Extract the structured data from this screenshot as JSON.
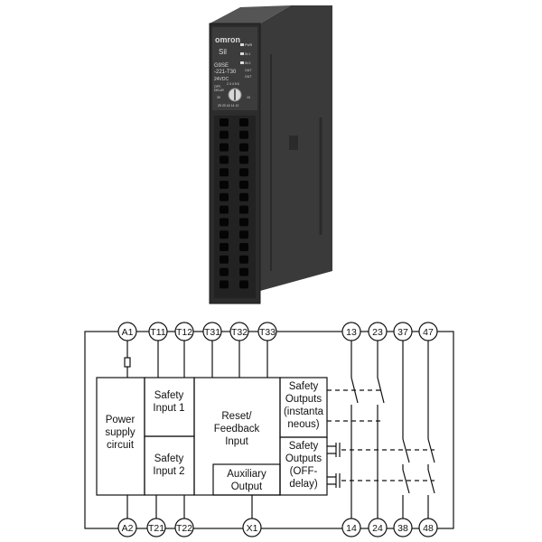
{
  "device": {
    "brand": "omron",
    "series": "Sil",
    "model_line1": "G9SE",
    "model_line2": "-221-T30",
    "voltage": "24VDC",
    "indicators": [
      "PWR",
      "IN 1",
      "IN 2",
      "OUT",
      "OUT"
    ],
    "dial_label_1": "OFF-",
    "dial_label_2": "DELAY",
    "dial_scale_top": "2 3 4 5 6",
    "dial_scale_left": "30",
    "dial_scale_right": "10",
    "dial_scale_bottom": "25 20 16 14 12",
    "colors": {
      "body": "#3a3a3a",
      "body_dark": "#262626",
      "face": "#2e2e2e"
    }
  },
  "terminals": {
    "top_left": [
      "A1",
      "T11",
      "T12",
      "T31",
      "T32",
      "T33"
    ],
    "top_right": [
      "13",
      "23",
      "37",
      "47"
    ],
    "bottom_left": [
      "A2",
      "T21",
      "T22",
      "X1"
    ],
    "bottom_right": [
      "14",
      "24",
      "38",
      "48"
    ]
  },
  "blocks": {
    "power_supply": [
      "Power",
      "supply",
      "circuit"
    ],
    "safety_input_1": [
      "Safety",
      "Input 1"
    ],
    "safety_input_2": [
      "Safety",
      "Input 2"
    ],
    "reset_feedback": [
      "Reset/",
      "Feedback",
      "Input"
    ],
    "auxiliary_output": [
      "Auxiliary",
      "Output"
    ],
    "safety_outputs_instant": [
      "Safety",
      "Outputs",
      "(instanta",
      "neous)"
    ],
    "safety_outputs_offdelay": [
      "Safety",
      "Outputs",
      "(OFF-",
      "delay)"
    ]
  }
}
